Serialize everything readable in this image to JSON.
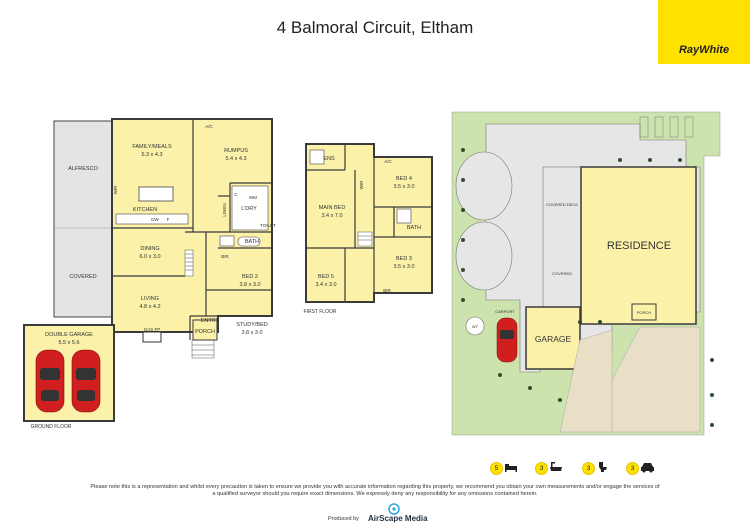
{
  "title": "4 Balmoral Circuit, Eltham",
  "brand": {
    "name": "RayWhite",
    "color": "#ffe100"
  },
  "ground_floor": {
    "label": "GROUND FLOOR",
    "rooms": {
      "family_meals": {
        "name": "FAMILY/MEALS",
        "dims": "5.3 x 4.3"
      },
      "rumpus": {
        "name": "RUMPUS",
        "dims": "5.4 x 4.3"
      },
      "kitchen": {
        "name": "KITCHEN"
      },
      "dining": {
        "name": "DINING",
        "dims": "6.0 x 3.0"
      },
      "living": {
        "name": "LIVING",
        "dims": "4.8 x 4.2"
      },
      "bed2": {
        "name": "BED 2",
        "dims": "3.8 x 3.0"
      },
      "study_bed": {
        "name": "STUDY/BED",
        "dims": "3.8 x 3.0"
      },
      "alfresco": {
        "name": "ALFRESCO"
      },
      "covered": {
        "name": "COVERED"
      },
      "double_garage": {
        "name": "DOUBLE GARAGE",
        "dims": "5.5 x 5.6"
      },
      "laundry": {
        "name": "L'DRY"
      },
      "bath": {
        "name": "BATH"
      },
      "linen": {
        "name": "LINEN"
      },
      "entry": {
        "name": "ENTRY"
      },
      "porch": {
        "name": "PORCH"
      },
      "wm": "WM",
      "dw": "DW",
      "f": "F",
      "c": "C",
      "bir": "BIR",
      "wir": "WIR",
      "toilet": "TOILET",
      "ac": "A/C",
      "gas_fp": "GAS FP"
    }
  },
  "first_floor": {
    "label": "FIRST FLOOR",
    "rooms": {
      "ens": {
        "name": "ENS"
      },
      "bed4": {
        "name": "BED 4",
        "dims": "3.5 x 3.0"
      },
      "main_bed": {
        "name": "MAIN BED",
        "dims": "3.4 x 7.0"
      },
      "bath": {
        "name": "BATH"
      },
      "bed3": {
        "name": "BED 3",
        "dims": "3.5 x 3.0"
      },
      "bed5": {
        "name": "BED 5",
        "dims": "3.4 x 3.0"
      },
      "wir": "WIR",
      "bir": "BIR",
      "ac": "A/C"
    }
  },
  "site_plan": {
    "residence": "RESIDENCE",
    "garage": "GARAGE",
    "covered_deck": "COVERED DECK",
    "covered": "COVERED",
    "carport": "CARPORT",
    "porch": "PORCH",
    "wt": "WT"
  },
  "features": [
    {
      "count": "5",
      "icon": "bed-icon"
    },
    {
      "count": "3",
      "icon": "bath-icon"
    },
    {
      "count": "3",
      "icon": "toilet-icon"
    },
    {
      "count": "3",
      "icon": "car-icon"
    }
  ],
  "disclaimer": "Please note this is a representation and whilst every precaution is taken to ensure we provide you with accurate information regarding this property, we recommend you obtain your own measurements and/or engage the services of a qualified surveyor should you require exact dimensions. We expressly deny any responsibility for any omissions contained herein.",
  "producer": {
    "by": "Produced by",
    "name": "AirScape Media"
  },
  "colors": {
    "room_fill": "#fbf1a8",
    "outdoor_fill": "#e6e6e6",
    "garage_fill": "#c9c9c9",
    "lawn": "#cde3ad",
    "wall": "#3a3a3a"
  }
}
